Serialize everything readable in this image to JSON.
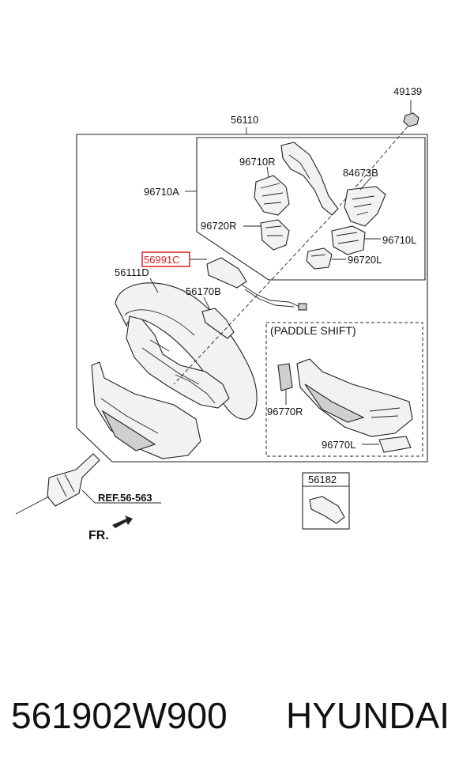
{
  "diagram": {
    "labels": {
      "p49139": "49139",
      "p56110": "56110",
      "p96710R": "96710R",
      "p84673B": "84673B",
      "p96710A": "96710A",
      "p96720R": "96720R",
      "p96710L": "96710L",
      "p96720L": "96720L",
      "p56991C": "56991C",
      "p56111D": "56111D",
      "p56170B": "56170B",
      "paddle_shift": "(PADDLE SHIFT)",
      "p96770R": "96770R",
      "p96770L": "96770L",
      "p56182": "56182",
      "ref": "REF.56-563",
      "fr": "FR."
    },
    "highlight_color": "#e02020"
  },
  "footer": {
    "part_number": "561902W900",
    "brand": "HYUNDAI"
  }
}
